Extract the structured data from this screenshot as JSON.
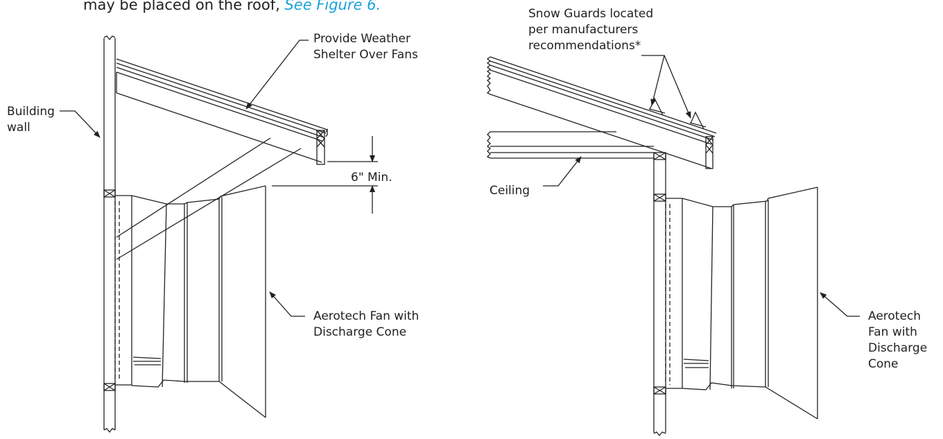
{
  "intro": {
    "text": "may be placed on the roof,",
    "link": "See Figure 6."
  },
  "left_diagram": {
    "weather_shelter_label": "Provide Weather\nShelter Over Fans",
    "building_wall_label": "Building\nwall",
    "min_clearance_label": "6\" Min.",
    "fan_label": "Aerotech Fan with\nDischarge Cone"
  },
  "right_diagram": {
    "snow_guards_label": "Snow Guards located\nper manufacturers\nrecommendations*",
    "ceiling_label": "Ceiling",
    "fan_label": "Aerotech\nFan with\nDischarge\nCone"
  },
  "colors": {
    "line": "#231f20",
    "link": "#1ba1d9"
  }
}
